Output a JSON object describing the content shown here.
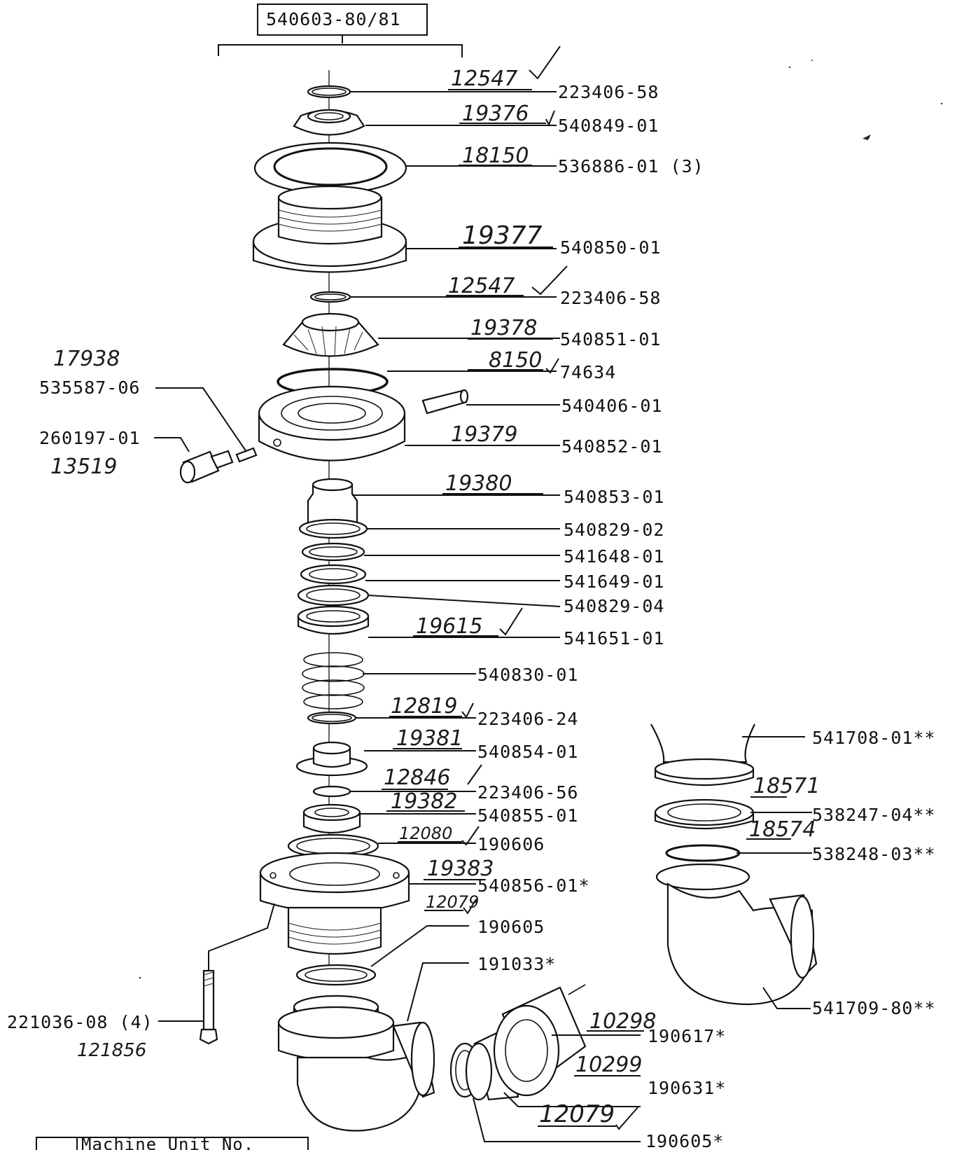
{
  "assembly": {
    "number": "540603-80/81"
  },
  "parts": [
    {
      "id": "p1",
      "number": "223406-58",
      "handwritten": "12547",
      "check": true
    },
    {
      "id": "p2",
      "number": "540849-01",
      "handwritten": "19376",
      "check": true
    },
    {
      "id": "p3",
      "number": "536886-01 (3)",
      "handwritten": "18150",
      "check": false
    },
    {
      "id": "p4",
      "number": "540850-01",
      "handwritten": "19377",
      "check": false
    },
    {
      "id": "p5",
      "number": "223406-58",
      "handwritten": "12547",
      "check": true
    },
    {
      "id": "p6",
      "number": "540851-01",
      "handwritten": "19378",
      "check": false
    },
    {
      "id": "p7",
      "number": "74634",
      "handwritten": "8150",
      "check": true
    },
    {
      "id": "p8",
      "number": "540406-01",
      "handwritten": "",
      "check": false
    },
    {
      "id": "p9",
      "number": "540852-01",
      "handwritten": "19379",
      "check": false
    },
    {
      "id": "p10",
      "number": "540853-01",
      "handwritten": "19380",
      "check": false
    },
    {
      "id": "p11",
      "number": "540829-02",
      "handwritten": "",
      "check": false
    },
    {
      "id": "p12",
      "number": "541648-01",
      "handwritten": "",
      "check": false
    },
    {
      "id": "p13",
      "number": "541649-01",
      "handwritten": "",
      "check": false
    },
    {
      "id": "p14",
      "number": "540829-04",
      "handwritten": "",
      "check": false
    },
    {
      "id": "p15",
      "number": "541651-01",
      "handwritten": "19615",
      "check": true
    },
    {
      "id": "p16",
      "number": "540830-01",
      "handwritten": "",
      "check": false
    },
    {
      "id": "p17",
      "number": "223406-24",
      "handwritten": "12819",
      "check": true
    },
    {
      "id": "p18",
      "number": "540854-01",
      "handwritten": "19381",
      "check": false
    },
    {
      "id": "p19",
      "number": "223406-56",
      "handwritten": "12846",
      "check": true
    },
    {
      "id": "p20",
      "number": "540855-01",
      "handwritten": "19382",
      "check": false
    },
    {
      "id": "p21",
      "number": "190606",
      "handwritten": "12080",
      "check": true
    },
    {
      "id": "p22",
      "number": "540856-01*",
      "handwritten": "19383",
      "check": false
    },
    {
      "id": "p23",
      "number": "190605",
      "handwritten": "12079",
      "check": true
    },
    {
      "id": "p24",
      "number": "191033*",
      "handwritten": "",
      "check": false
    },
    {
      "id": "p25",
      "number": "190617*",
      "handwritten": "10298",
      "check": false
    },
    {
      "id": "p26",
      "number": "190631*",
      "handwritten": "10299",
      "check": false
    },
    {
      "id": "p27",
      "number": "190605*",
      "handwritten": "12079",
      "check": true
    },
    {
      "id": "p28",
      "number": "535587-06",
      "handwritten": "17938",
      "check": false
    },
    {
      "id": "p29",
      "number": "260197-01",
      "handwritten": "13519",
      "check": false
    },
    {
      "id": "p30",
      "number": "221036-08 (4)",
      "handwritten": "121856",
      "check": false
    },
    {
      "id": "p31",
      "number": "541708-01**",
      "handwritten": "",
      "check": false
    },
    {
      "id": "p32",
      "number": "538247-04**",
      "handwritten": "18571",
      "check": false
    },
    {
      "id": "p33",
      "number": "538248-03**",
      "handwritten": "18574",
      "check": false
    },
    {
      "id": "p34",
      "number": "541709-80**",
      "handwritten": "",
      "check": false
    }
  ],
  "footer_table": {
    "header": "Machine Unit No."
  }
}
